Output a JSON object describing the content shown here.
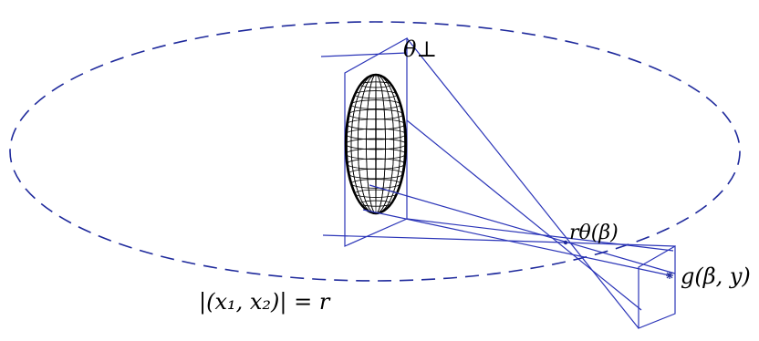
{
  "labels": {
    "theta_perp": "θ⊥",
    "r_theta_beta": "rθ(β)",
    "g_beta_y": "g(β, y)",
    "circle_eq": "|(x₁, x₂)| = r"
  },
  "colors": {
    "orbit": "#1f2a9c",
    "lines": "#2b35b8",
    "ellipsoid_mesh": "#000000",
    "text": "#000000",
    "background": "#ffffff"
  }
}
